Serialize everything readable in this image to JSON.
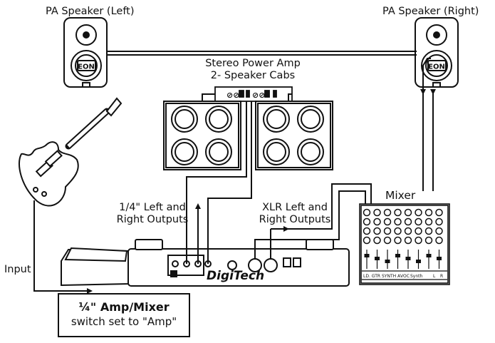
{
  "labels": {
    "pa_left": "PA Speaker (Left)",
    "pa_right": "PA Speaker (Right)",
    "power_amp_line1": "Stereo Power Amp",
    "power_amp_line2": "2- Speaker Cabs",
    "mixer": "Mixer",
    "quarter_outputs_line1": "1/4\" Left and",
    "quarter_outputs_line2": "Right Outputs",
    "xlr_outputs_line1": "XLR Left and",
    "xlr_outputs_line2": "Right Outputs",
    "input": "Input"
  },
  "speaker_logo": "EON",
  "pedal_logo": "DigiTech",
  "mixer_channel_labels": [
    "LD. GTR",
    "SYNTH A",
    "VOC",
    "Synth",
    "L",
    "R"
  ],
  "note": {
    "title": "¼\" Amp/Mixer",
    "subtitle": "switch set to \"Amp\""
  }
}
